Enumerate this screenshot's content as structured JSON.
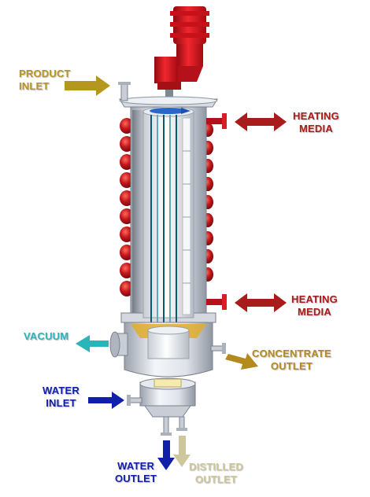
{
  "labels": {
    "product_inlet": [
      "PRODUCT",
      "INLET"
    ],
    "heating_media_top": [
      "HEATING",
      "MEDIA"
    ],
    "heating_media_bottom": [
      "HEATING",
      "MEDIA"
    ],
    "vacuum": "VACUUM",
    "concentrate_outlet": [
      "CONCENTRATE",
      "OUTLET"
    ],
    "water_inlet": [
      "WATER",
      "INLET"
    ],
    "water_outlet": [
      "WATER",
      "OUTLET"
    ],
    "distilled_outlet": [
      "DISTILLED",
      "OUTLET"
    ]
  },
  "colors": {
    "product": "#b5961e",
    "heating": "#a81c1c",
    "vacuum": "#2bb5b8",
    "concentrate": "#b48a1f",
    "water": "#1020a8",
    "distilled": "#cfc79c",
    "motor": "#d8141c",
    "coil": "#b31418",
    "shell": "#e4e8ee"
  }
}
